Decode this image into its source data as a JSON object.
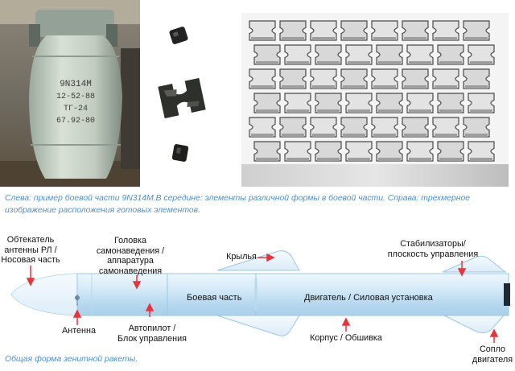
{
  "photos": {
    "warhead": {
      "marking_lines": [
        "9N314M",
        "12-52-88",
        "ТГ-24",
        "67.92-80"
      ],
      "icon": "warhead-canister-photo"
    },
    "fragments": {
      "icon": "fragment-elements-photo"
    },
    "render": {
      "icon": "fragment-layout-3d-render"
    }
  },
  "caption_top": {
    "line1": "Слева: пример боевой части 9N314M.В середине: элементы различной формы в боевой части. Справа: трехмерное",
    "line2": "изображение расположения готовых элементов."
  },
  "diagram": {
    "labels": {
      "nose": [
        "Обтекатель",
        "антенны РЛ /",
        "Носовая часть"
      ],
      "seeker": [
        "Головка",
        "самонаведения /",
        "аппаратура",
        "самонаведения"
      ],
      "wings": "Крылья",
      "stabilizers": [
        "Стабилизаторы/",
        "плоскость управления"
      ],
      "warhead": "Боевая часть",
      "engine": "Двигатель / Силовая установка",
      "antenna": "Антенна",
      "autopilot": [
        "Автопилот /",
        "Блок управления"
      ],
      "body": "Корпус / Обшивка",
      "nozzle": [
        "Сопло",
        "двигателя"
      ]
    },
    "colors": {
      "body_fill": "#cfe6f5",
      "accent": "#e8333a",
      "outline": "#9cc7e6"
    }
  },
  "caption_bottom": "Общая форма зенитной ракеты."
}
